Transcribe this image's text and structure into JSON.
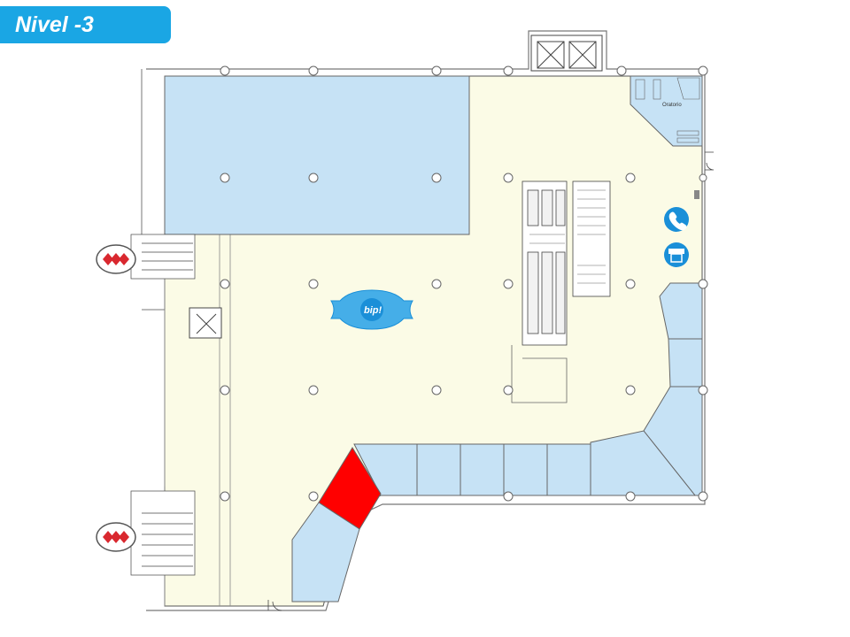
{
  "level": {
    "label": "Nivel -3"
  },
  "labels": {
    "oratorio": "Oratorio",
    "bip_logo": "bip!"
  },
  "colors": {
    "corridor": "#fbfbe6",
    "store": "#c6e2f5",
    "highlight": "#ff0000",
    "icon_blue": "#1a8fd8",
    "metro_red": "#d9282f",
    "tag_blue": "#1aa6e4"
  },
  "icons": [
    "metro-logo",
    "telephone-icon",
    "atm-icon",
    "bip-card-recharge-icon"
  ]
}
